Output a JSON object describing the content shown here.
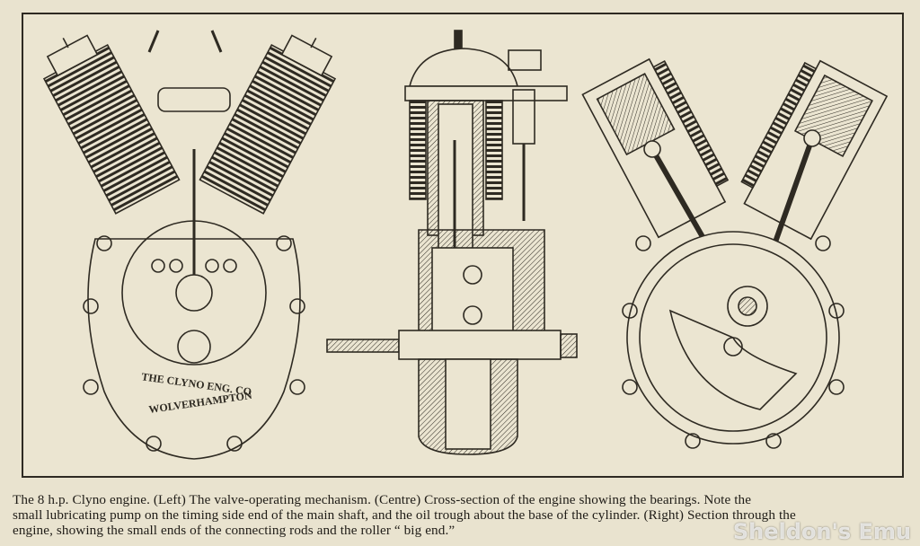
{
  "plate": {
    "engraving_text_line1": "THE CLYNO ENG. CO",
    "engraving_text_line2": "WOLVERHAMPTON"
  },
  "caption": {
    "line1": "The 8 h.p. Clyno engine.  (Left) The valve-operating mechanism.  (Centre) Cross-section of the engine showing  the  bearings.  Note the",
    "line2": "small lubricating pump on the timing side end of the main shaft, and the oil trough about the base of the cylinder.   (Right)  Section through the",
    "line3": "engine, showing the small ends of the connecting rods and the roller “ big end.”"
  },
  "watermark": "Sheldon's Emu"
}
